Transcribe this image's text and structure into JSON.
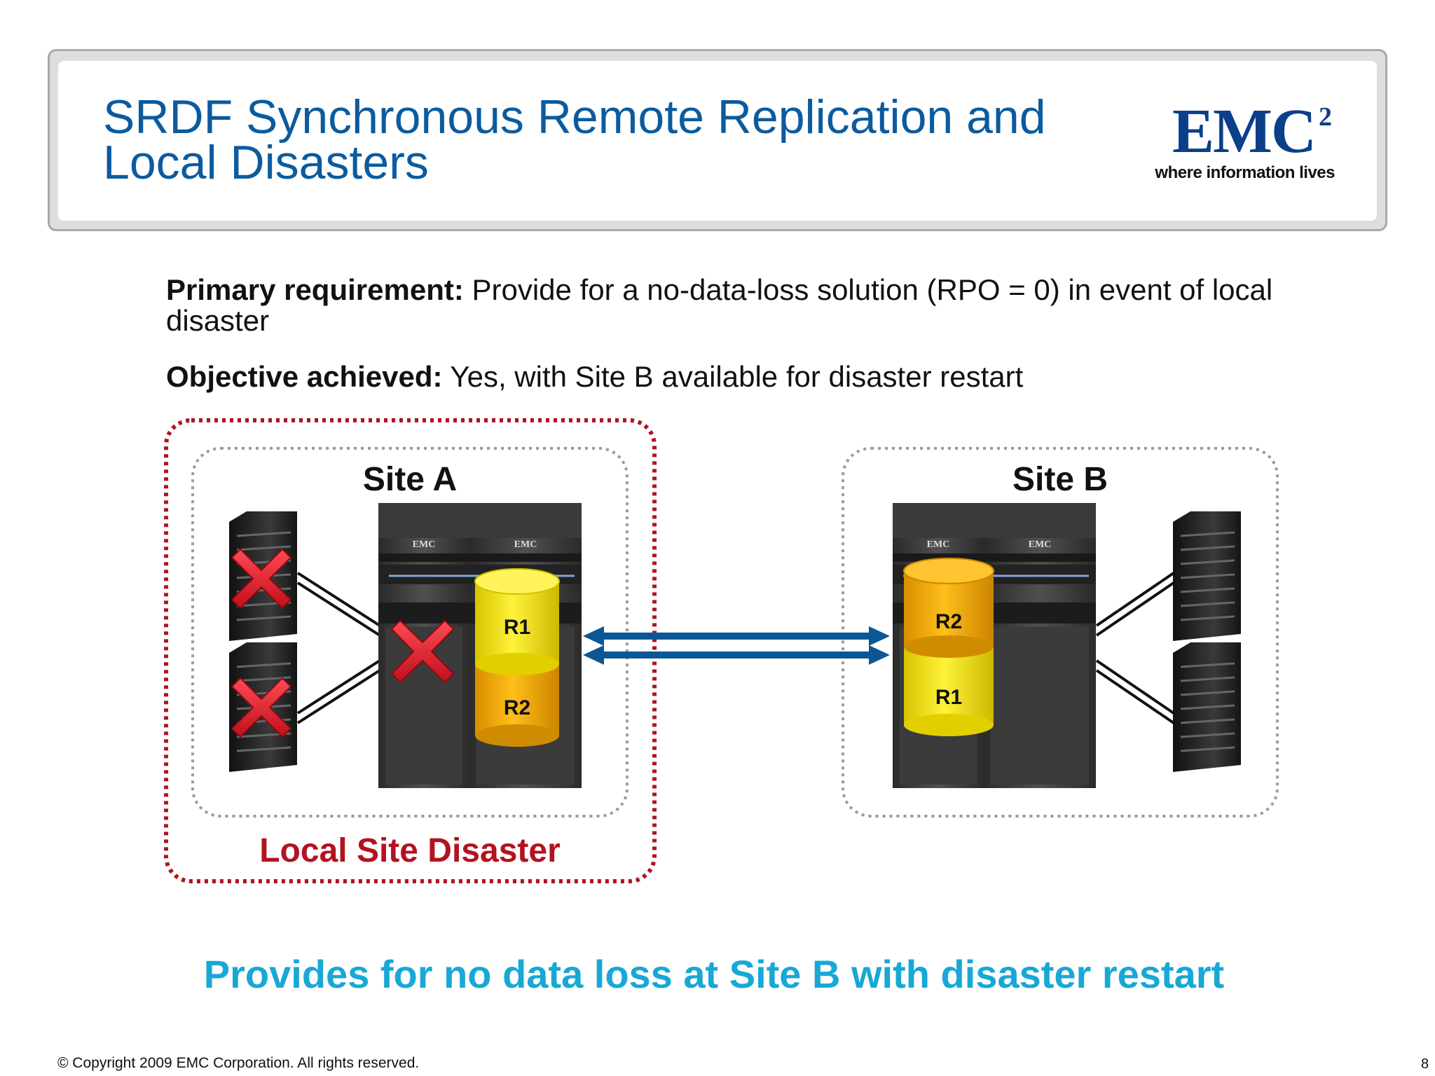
{
  "slide": {
    "title_line1": "SRDF Synchronous Remote Replication and",
    "title_line2": "Local Disasters",
    "logo": {
      "mark": "EMC",
      "sup": "2",
      "tagline": "where information lives"
    }
  },
  "requirement": {
    "label": "Primary requirement:",
    "text": " Provide for a no-data-loss solution (RPO = 0) in event of local disaster"
  },
  "objective": {
    "label": "Objective achieved:",
    "text": " Yes, with Site B available for disaster restart"
  },
  "diagram": {
    "site_a": {
      "label": "Site A",
      "volumes": [
        "R1",
        "R2"
      ],
      "cabinet_logo": "EMC"
    },
    "site_b": {
      "label": "Site B",
      "volumes": [
        "R2",
        "R1"
      ],
      "cabinet_logo": "EMC"
    },
    "disaster_label": "Local Site Disaster",
    "colors": {
      "disaster_red": "#b3121f",
      "link_blue": "#0b5796",
      "cylinder_yellow": "#f0e000",
      "cylinder_orange": "#f0a800",
      "failure_red": "#e02030"
    }
  },
  "conclusion": "Provides for no data loss at Site B with disaster restart",
  "footer": {
    "copyright": "© Copyright 2009 EMC Corporation. All rights reserved.",
    "page": "8"
  }
}
